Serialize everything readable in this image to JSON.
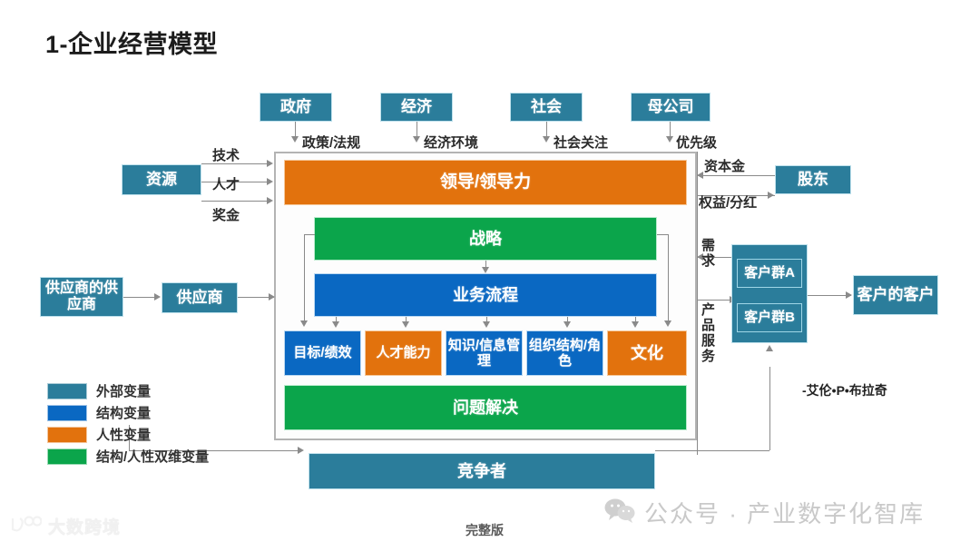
{
  "title": "1-企业经营模型",
  "top_inputs": [
    {
      "box": "政府",
      "edge": "政策/法规"
    },
    {
      "box": "经济",
      "edge": "经济环境"
    },
    {
      "box": "社会",
      "edge": "社会关注"
    },
    {
      "box": "母公司",
      "edge": "优先级"
    }
  ],
  "left": {
    "resource_box": "资源",
    "resource_edges": [
      "技术",
      "人才",
      "奖金"
    ],
    "supplier_of_supplier": "供应商的供应商",
    "supplier": "供应商"
  },
  "right": {
    "shareholder_box": "股东",
    "edge_in": "资本金",
    "edge_out": "权益/分红",
    "demand_edge": "需求",
    "product_service_edge": "产品服务",
    "customer_group_a": "客户群A",
    "customer_group_b": "客户群B",
    "customer_of_customer": "客户的客户"
  },
  "core": {
    "leadership": "领导/领导力",
    "strategy": "战略",
    "business_process": "业务流程",
    "sub_elements": [
      {
        "label": "目标/绩效",
        "color_key": "blue"
      },
      {
        "label": "人才能力",
        "color_key": "orange"
      },
      {
        "label": "知识/信息管理",
        "color_key": "blue"
      },
      {
        "label": "组织结构/角色",
        "color_key": "blue"
      },
      {
        "label": "文化",
        "color_key": "orange"
      }
    ],
    "problem_solving": "问题解决"
  },
  "competitor_box": "竞争者",
  "legend": [
    {
      "label": "外部变量",
      "color": "#2b7d9b"
    },
    {
      "label": "结构变量",
      "color": "#0a68c2"
    },
    {
      "label": "人性变量",
      "color": "#e2720d"
    },
    {
      "label": "结构/人性双维变量",
      "color": "#0ba54b"
    }
  ],
  "attribution": "-艾伦•P•布拉奇",
  "bottom_caption": "完整版",
  "footer": {
    "wechat_text": "公众号 · 产业数字化智库",
    "watermark_text": "大数跨境"
  },
  "colors": {
    "teal": "#2b7d9b",
    "blue": "#0a68c2",
    "orange": "#e2720d",
    "green": "#0ba54b",
    "line": "#8a8a8a"
  }
}
